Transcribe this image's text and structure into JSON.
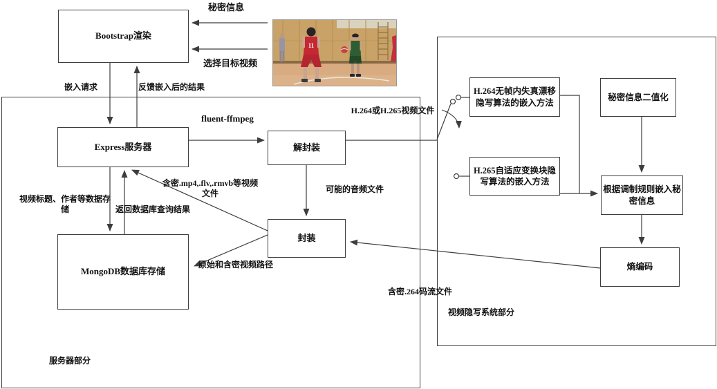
{
  "boxes": {
    "bootstrap": {
      "label": "Bootstrap渲染"
    },
    "express": {
      "label": "Express服务器"
    },
    "mongodb": {
      "label": "MongoDB数据库存储"
    },
    "demux": {
      "label": "解封装"
    },
    "mux": {
      "label": "封装"
    },
    "h264_embed": {
      "label": "H.264无帧内失真漂移隐写算法的嵌入方法"
    },
    "h265_embed": {
      "label": "H.265自适应变换块隐写算法的嵌入方法"
    },
    "binarize": {
      "label": "秘密信息二值化"
    },
    "modulate": {
      "label": "根据调制规则嵌入秘密信息"
    },
    "entropy": {
      "label": "熵编码"
    }
  },
  "edge_labels": {
    "secret_info": "秘密信息",
    "select_target_video": "选择目标视频",
    "embed_request": "嵌入请求",
    "feedback_result": "反馈嵌入后的结果",
    "fluent_ffmpeg": "fluent-ffmpeg",
    "h264_h265_file": "H.264或H.265视频文件",
    "stego_container_files": "含密.mp4,.flv,.rmvb等视频文件",
    "metadata_storage": "视频标题、作者等数据存储",
    "db_query_result": "返回数据库查询结果",
    "possible_audio": "可能的音频文件",
    "orig_stego_paths": "原始和含密视频路径",
    "stego_264_stream": "含密.264码流文件"
  },
  "section_labels": {
    "server_part": "服务器部分",
    "stego_system_part": "视频隐写系统部分"
  },
  "photo": {
    "jersey_number": "11"
  },
  "colors": {
    "line": "#3d3d3d",
    "box_border": "#3d3d3d",
    "background": "#ffffff",
    "text": "#111111"
  }
}
